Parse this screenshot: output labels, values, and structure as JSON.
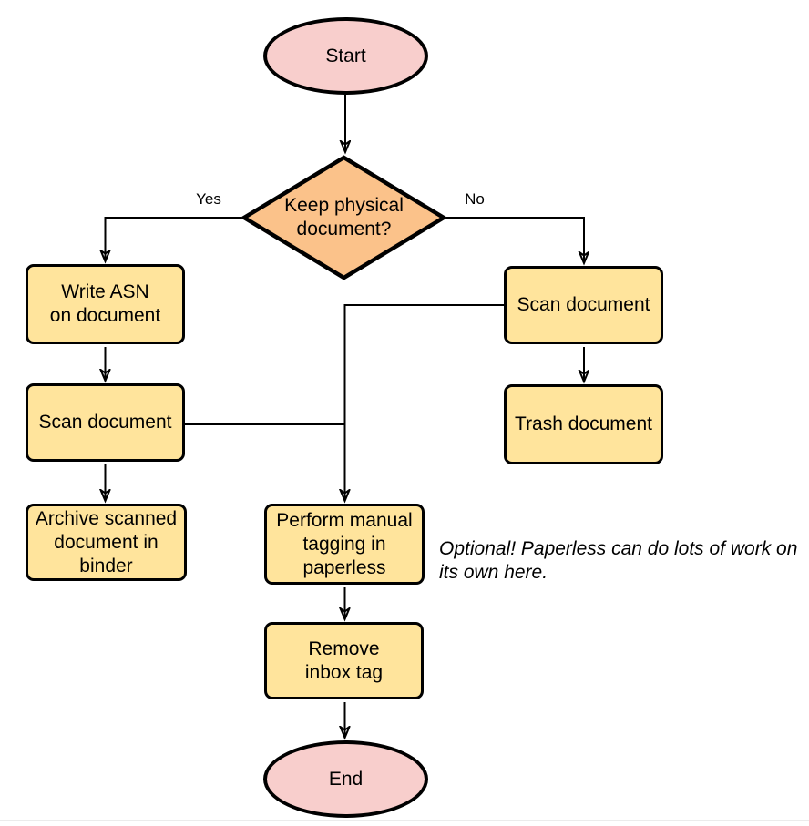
{
  "flowchart": {
    "nodes": {
      "start": {
        "label": "Start",
        "shape": "terminator"
      },
      "decision": {
        "label": "Keep physical\ndocument?",
        "shape": "decision"
      },
      "write_asn": {
        "label": "Write ASN\non document",
        "shape": "process"
      },
      "scan_left": {
        "label": "Scan document",
        "shape": "process"
      },
      "archive": {
        "label": "Archive scanned\ndocument in\nbinder",
        "shape": "process"
      },
      "scan_right": {
        "label": "Scan document",
        "shape": "process"
      },
      "trash": {
        "label": "Trash document",
        "shape": "process"
      },
      "tagging": {
        "label": "Perform manual\ntagging in\npaperless",
        "shape": "process"
      },
      "remove_inbox": {
        "label": "Remove\ninbox tag",
        "shape": "process"
      },
      "end": {
        "label": "End",
        "shape": "terminator"
      }
    },
    "edge_labels": {
      "yes": "Yes",
      "no": "No"
    },
    "edges": [
      {
        "from": "start",
        "to": "decision"
      },
      {
        "from": "decision",
        "to": "write_asn",
        "label": "Yes"
      },
      {
        "from": "decision",
        "to": "scan_right",
        "label": "No"
      },
      {
        "from": "write_asn",
        "to": "scan_left"
      },
      {
        "from": "scan_left",
        "to": "archive"
      },
      {
        "from": "scan_left",
        "to": "tagging"
      },
      {
        "from": "scan_right",
        "to": "trash"
      },
      {
        "from": "scan_right",
        "to": "tagging"
      },
      {
        "from": "tagging",
        "to": "remove_inbox"
      },
      {
        "from": "remove_inbox",
        "to": "end"
      }
    ],
    "note": "Optional! Paperless can do lots of work on\nits own here.",
    "colors": {
      "terminator_fill": "#f8cecc",
      "decision_fill": "#fbc28a",
      "process_fill": "#ffe49c",
      "stroke": "#000000",
      "footer_line": "#ebebeb",
      "background": "#ffffff"
    }
  }
}
